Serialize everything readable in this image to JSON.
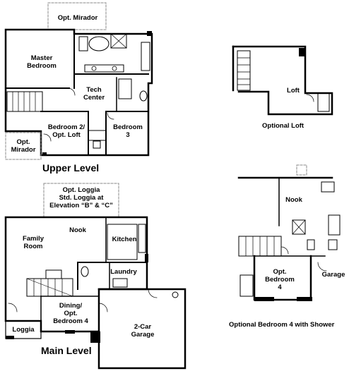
{
  "upper_level": {
    "title": "Upper Level",
    "rooms": {
      "opt_mirador_top": [
        "Opt. Mirador"
      ],
      "master_bedroom": [
        "Master",
        "Bedroom"
      ],
      "tech_center": [
        "Tech",
        "Center"
      ],
      "bedroom_2": [
        "Bedroom 2/",
        "Opt. Loft"
      ],
      "bedroom_3": [
        "Bedroom",
        "3"
      ],
      "opt_mirador_left": [
        "Opt.",
        "Mirador"
      ]
    }
  },
  "optional_loft": {
    "title": "Optional Loft",
    "rooms": {
      "loft": [
        "Loft"
      ]
    }
  },
  "main_level": {
    "title": "Main Level",
    "rooms": {
      "opt_loggia": [
        "Opt. Loggia",
        "Std. Loggia at",
        "Elevation “B” & “C”"
      ],
      "family_room": [
        "Family",
        "Room"
      ],
      "nook": [
        "Nook"
      ],
      "kitchen": [
        "Kitchen"
      ],
      "laundry": [
        "Laundry"
      ],
      "dining": [
        "Dining/",
        "Opt.",
        "Bedroom 4"
      ],
      "loggia": [
        "Loggia"
      ],
      "garage": [
        "2-Car",
        "Garage"
      ]
    }
  },
  "optional_bedroom_4": {
    "title": "Optional Bedroom 4 with Shower",
    "rooms": {
      "nook": [
        "Nook"
      ],
      "bedroom_4": [
        "Opt.",
        "Bedroom",
        "4"
      ],
      "garage": [
        "Garage"
      ]
    }
  }
}
